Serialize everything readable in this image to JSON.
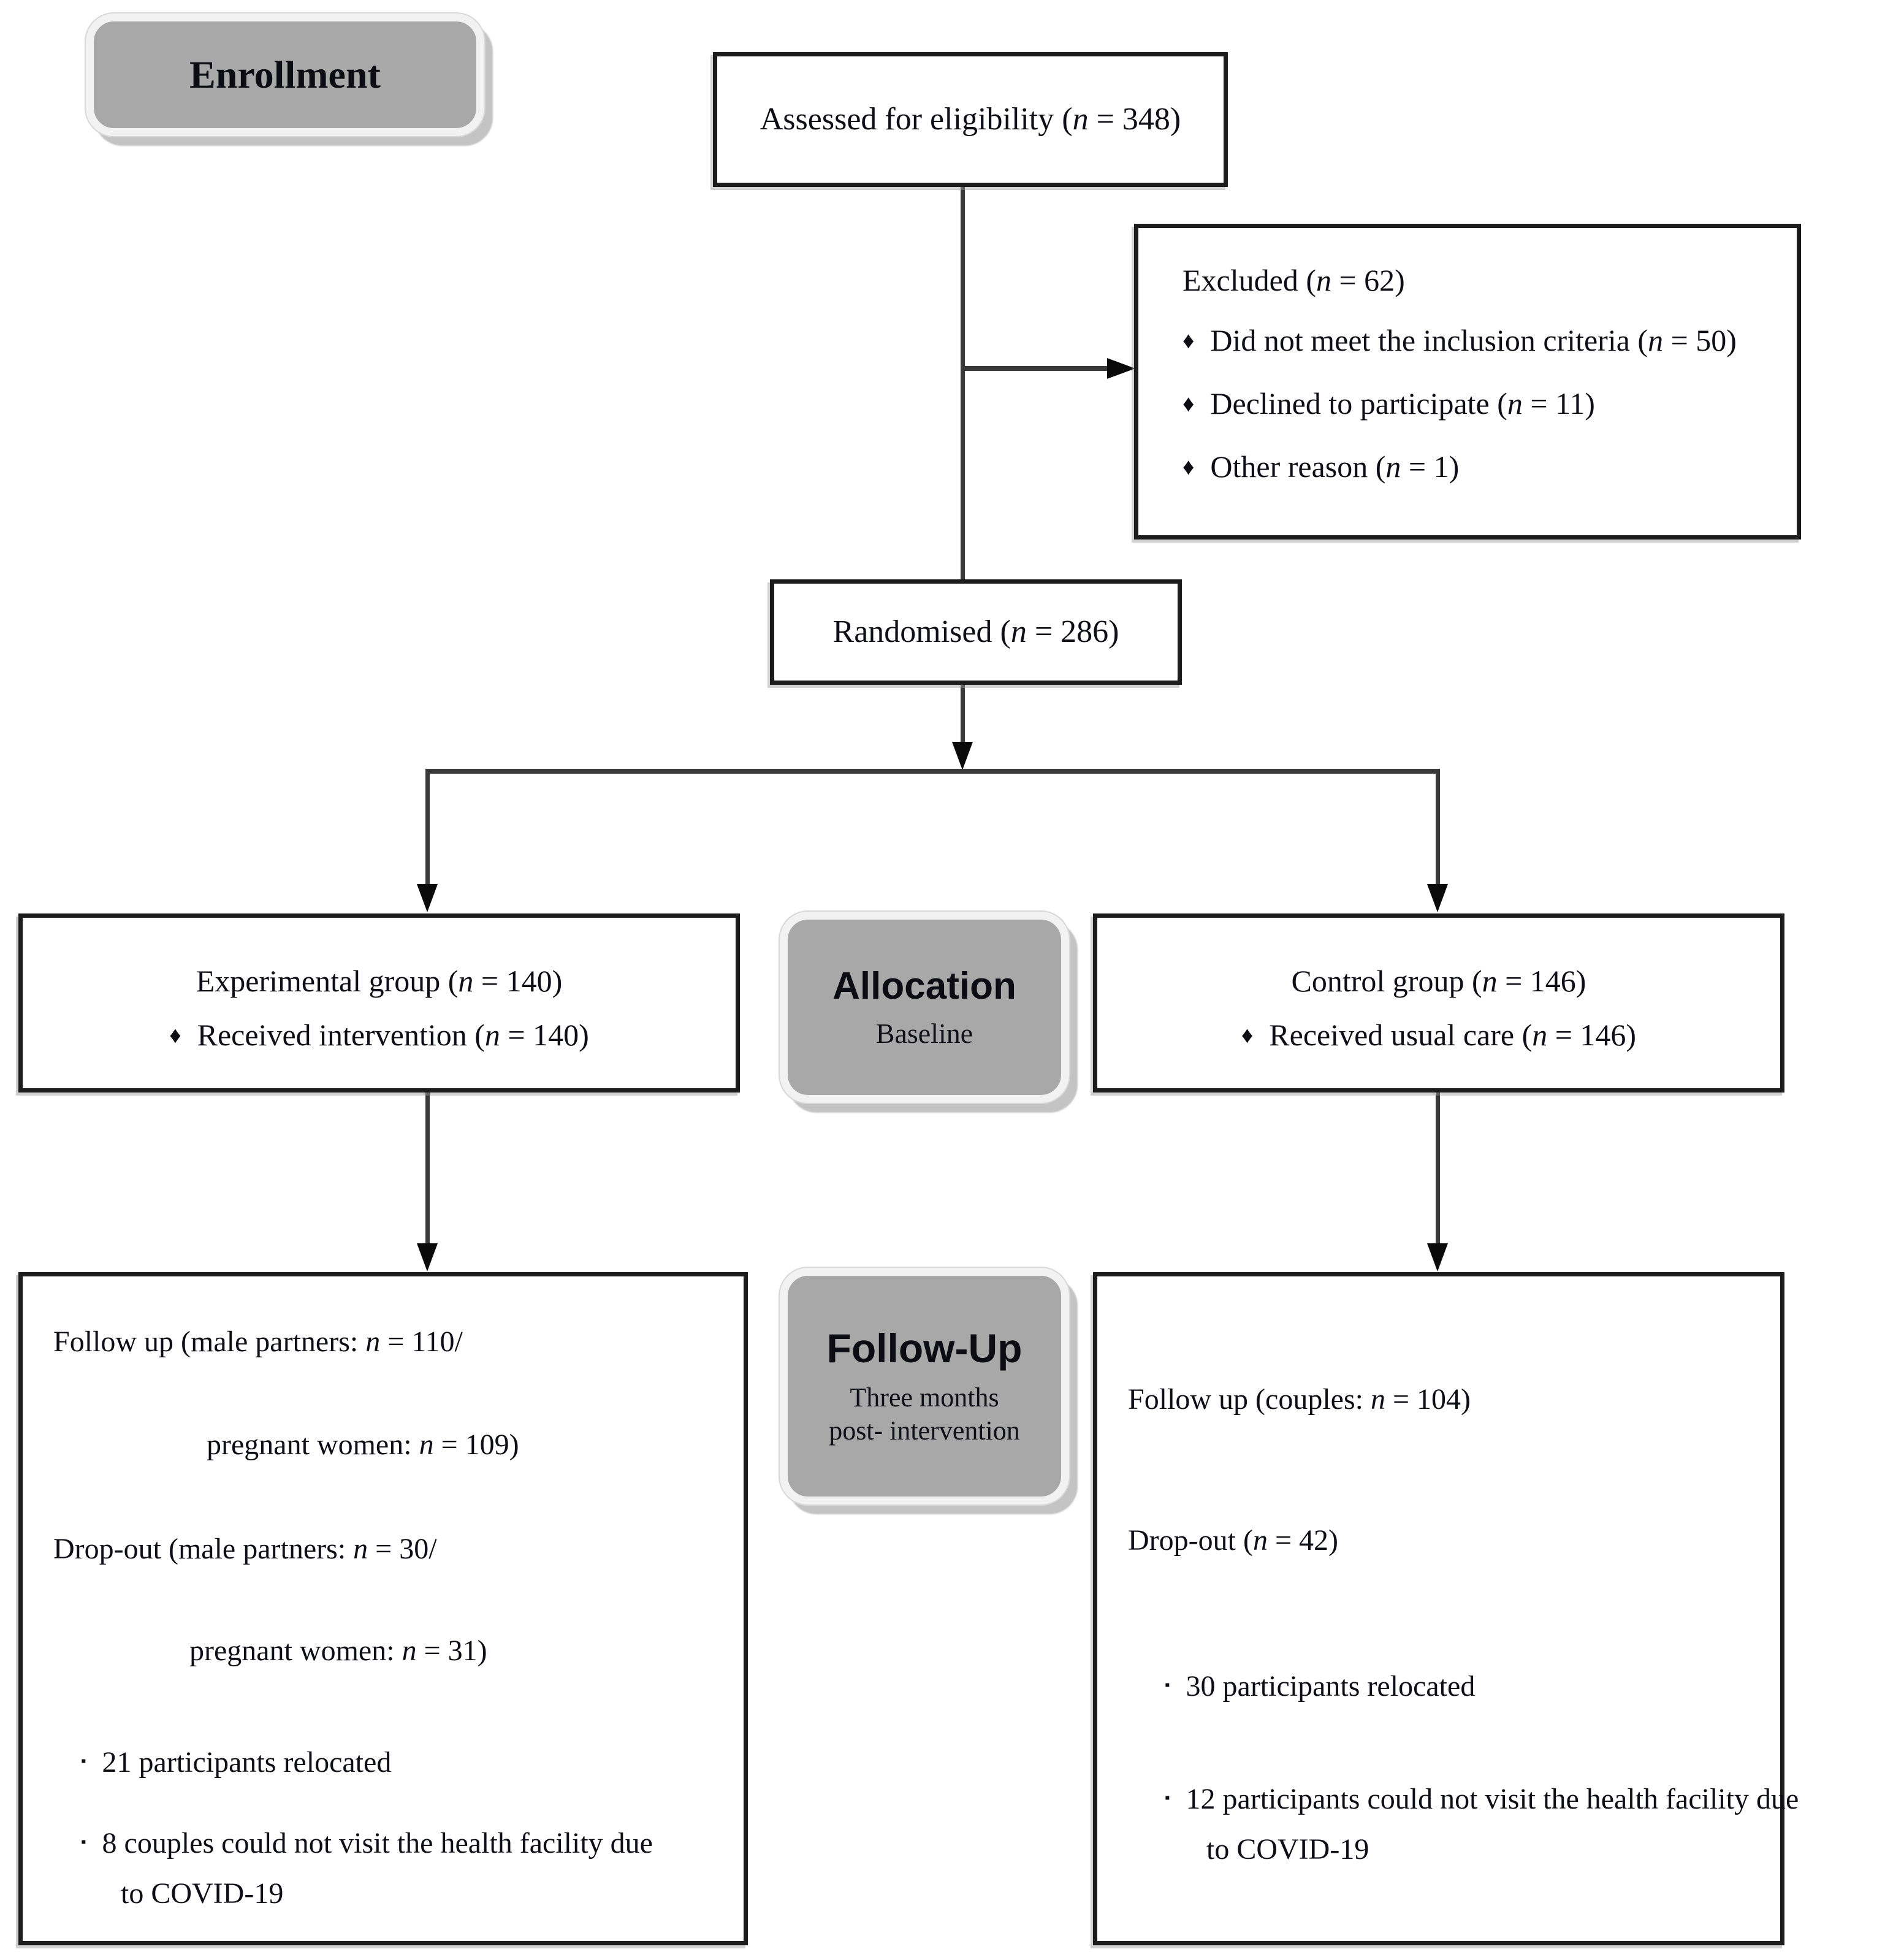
{
  "diagram_title": "CONSORT participant flow diagram",
  "stage_labels": {
    "enrollment": "Enrollment",
    "allocation_title": "Allocation",
    "allocation_subtitle": "Baseline",
    "followup_title": "Follow-Up",
    "followup_subtitle_line1": "Three months",
    "followup_subtitle_line2": "post- intervention"
  },
  "boxes": {
    "assessed": {
      "text": "Assessed for eligibility (n = 348)"
    },
    "excluded": {
      "title": "Excluded (n = 62)",
      "bullets": [
        "Did not meet the inclusion criteria (n = 50)",
        "Declined to participate (n = 11)",
        "Other reason (n = 1)"
      ]
    },
    "randomised": {
      "text": "Randomised (n = 286)"
    },
    "experimental": {
      "title": "Experimental group (n = 140)",
      "bullet": "Received intervention (n = 140)"
    },
    "control": {
      "title": "Control group (n = 146)",
      "bullet": "Received usual care (n = 146)"
    },
    "followup_left": {
      "line1": "Follow up (male partners: n = 110/",
      "line2": "pregnant women: n = 109)",
      "line3": "Drop-out (male partners: n = 30/",
      "line4": "pregnant women: n = 31)",
      "bullet1": "21 participants relocated",
      "bullet2_line1": "8 couples could not visit the health facility due",
      "bullet2_line2": "to COVID-19"
    },
    "followup_right": {
      "line1": "Follow up (couples: n = 104)",
      "line2": "Drop-out (n = 42)",
      "bullet1": "30 participants relocated",
      "bullet2_line1": "12 participants could not visit the health facility due",
      "bullet2_line2": "to COVID-19"
    }
  },
  "icons": {
    "bullet_diamond": "♦",
    "bullet_small": "▪"
  },
  "colors": {
    "badge_fill": "#a8a8a8",
    "badge_border": "#f2f2f2",
    "box_border": "#1c1c1c",
    "connector": "#3a3a3a",
    "text": "#0e0e16",
    "background": "#ffffff"
  }
}
